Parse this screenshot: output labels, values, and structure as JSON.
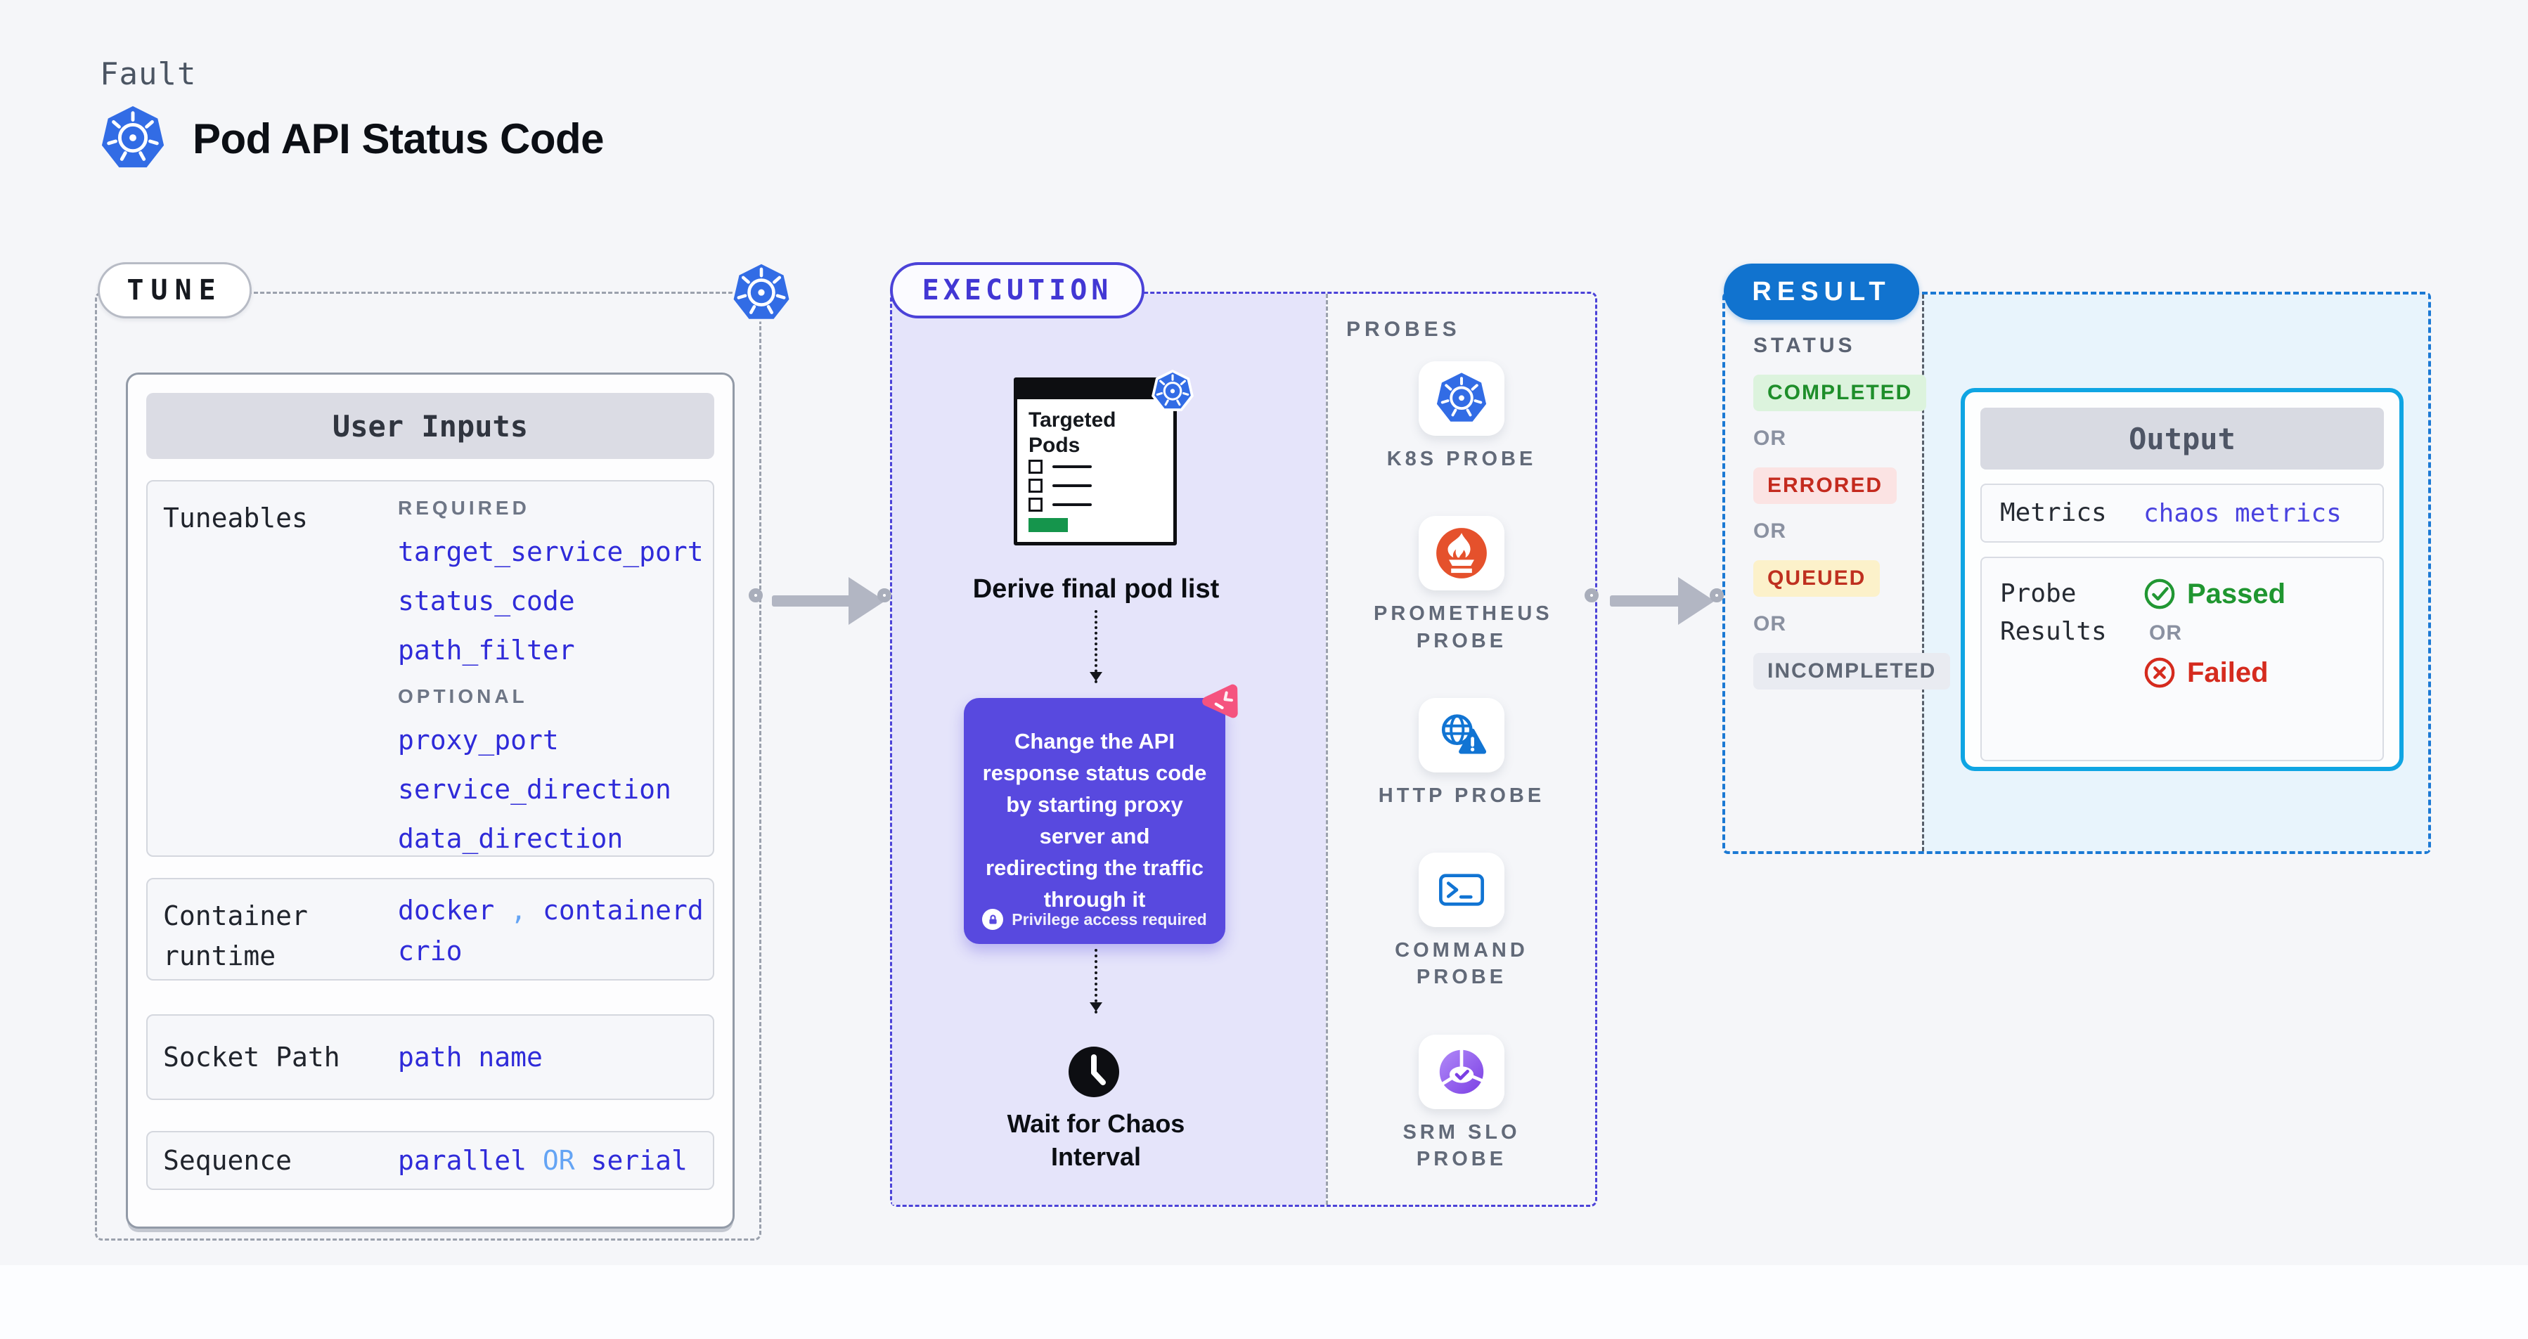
{
  "header": {
    "eyebrow": "Fault",
    "title": "Pod API Status Code"
  },
  "tune": {
    "badge": "TUNE",
    "user_inputs": {
      "title": "User Inputs",
      "tuneables": {
        "label": "Tuneables",
        "required_caption": "REQUIRED",
        "required": [
          "target_service_port",
          "status_code",
          "path_filter"
        ],
        "optional_caption": "OPTIONAL",
        "optional": [
          "proxy_port",
          "service_direction",
          "data_direction"
        ]
      },
      "container_runtime": {
        "label": "Container runtime",
        "value_1": "docker",
        "separator": ",",
        "value_2": "containerd",
        "value_3": "crio"
      },
      "socket_path": {
        "label": "Socket Path",
        "value": "path name"
      },
      "sequence": {
        "label": "Sequence",
        "value_1": "parallel",
        "or": "OR",
        "value_2": "serial"
      }
    }
  },
  "execution": {
    "badge": "EXECUTION",
    "targeted_pods_title": "Targeted Pods",
    "derive_label": "Derive final pod list",
    "action_text": "Change the API response status code by starting proxy server and redirecting the traffic through it",
    "privilege_note": "Privilege access required",
    "wait_label": "Wait for Chaos Interval"
  },
  "probes": {
    "title": "PROBES",
    "items": [
      {
        "label": "K8S PROBE",
        "icon": "kubernetes-icon"
      },
      {
        "label": "PROMETHEUS PROBE",
        "icon": "prometheus-icon"
      },
      {
        "label": "HTTP PROBE",
        "icon": "http-globe-warning-icon"
      },
      {
        "label": "COMMAND PROBE",
        "icon": "terminal-icon"
      },
      {
        "label": "SRM SLO PROBE",
        "icon": "srm-slo-gauge-icon"
      }
    ]
  },
  "result": {
    "badge": "RESULT",
    "status": {
      "title": "STATUS",
      "or": "OR",
      "items": [
        {
          "label": "COMPLETED",
          "tone": "green"
        },
        {
          "label": "ERRORED",
          "tone": "red"
        },
        {
          "label": "QUEUED",
          "tone": "yellow"
        },
        {
          "label": "INCOMPLETED",
          "tone": "gray"
        }
      ]
    },
    "output": {
      "title": "Output",
      "metrics_label": "Metrics",
      "metrics_value": "chaos metrics",
      "probe_results_label": "Probe Results",
      "passed": "Passed",
      "or": "OR",
      "failed": "Failed"
    }
  },
  "colors": {
    "kubernetes_blue": "#326CE5",
    "execution_indigo": "#4b42d8",
    "action_purple": "#5849df",
    "result_blue": "#1173cf",
    "output_cyan_border": "#0fa5e3",
    "value_indigo": "#2f2bd9",
    "passed_green": "#1f9630",
    "failed_red": "#d52b1e",
    "prometheus_orange": "#e5512c",
    "chaos_pink": "#f5537f",
    "targeted_green": "#15954c"
  }
}
